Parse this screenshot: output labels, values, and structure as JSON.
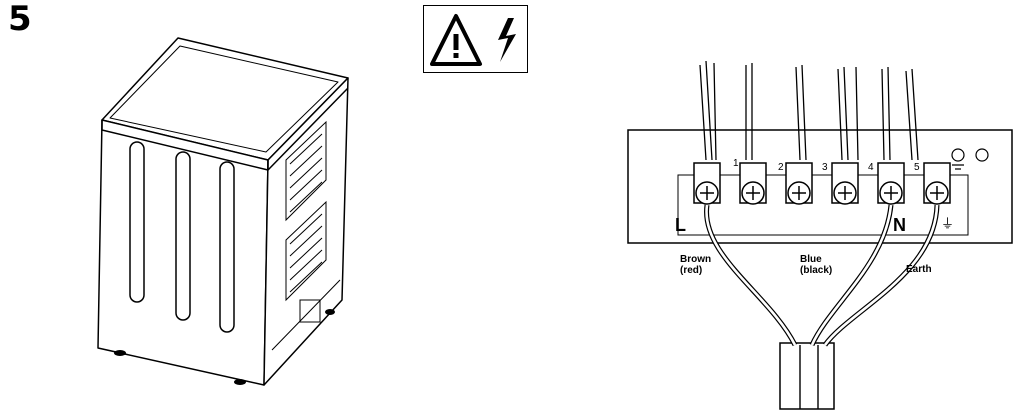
{
  "step": {
    "number": "5"
  },
  "warning": {
    "icons": [
      "warning-triangle-icon",
      "electric-shock-icon"
    ]
  },
  "wiring": {
    "terminals": {
      "live_letter": "L",
      "neutral_letter": "N",
      "numbers": [
        "1",
        "2",
        "3",
        "4",
        "5"
      ],
      "earth_symbol": "⏚"
    },
    "wires": {
      "brown_line1": "Brown",
      "brown_line2": "(red)",
      "blue_line1": "Blue",
      "blue_line2": "(black)",
      "earth": "Earth"
    }
  },
  "colors": {
    "ink": "#000000",
    "background": "#ffffff"
  }
}
